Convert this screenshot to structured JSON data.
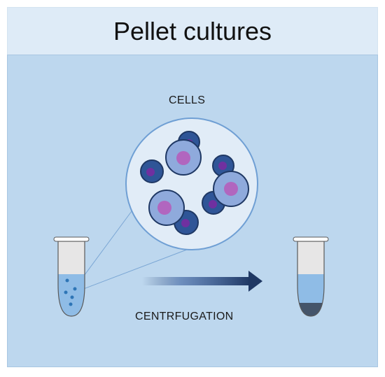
{
  "title": "Pellet cultures",
  "labels": {
    "cells": "CELLS",
    "centrifugation": "CENTRFUGATION"
  },
  "colors": {
    "title_bg": "#deebf7",
    "panel_bg": "#bdd7ee",
    "circle_bg": "#e1ecf7",
    "cell_dark": "#2f5597",
    "cell_light": "#8faadc",
    "nucleus": "#b166bf",
    "arrow": "#1f3864",
    "tube_liquid": "#8fbce6"
  },
  "icons": [
    "tube-with-cells-icon",
    "tube-with-pellet-icon",
    "centrifugation-arrow-icon",
    "cell-icon"
  ]
}
